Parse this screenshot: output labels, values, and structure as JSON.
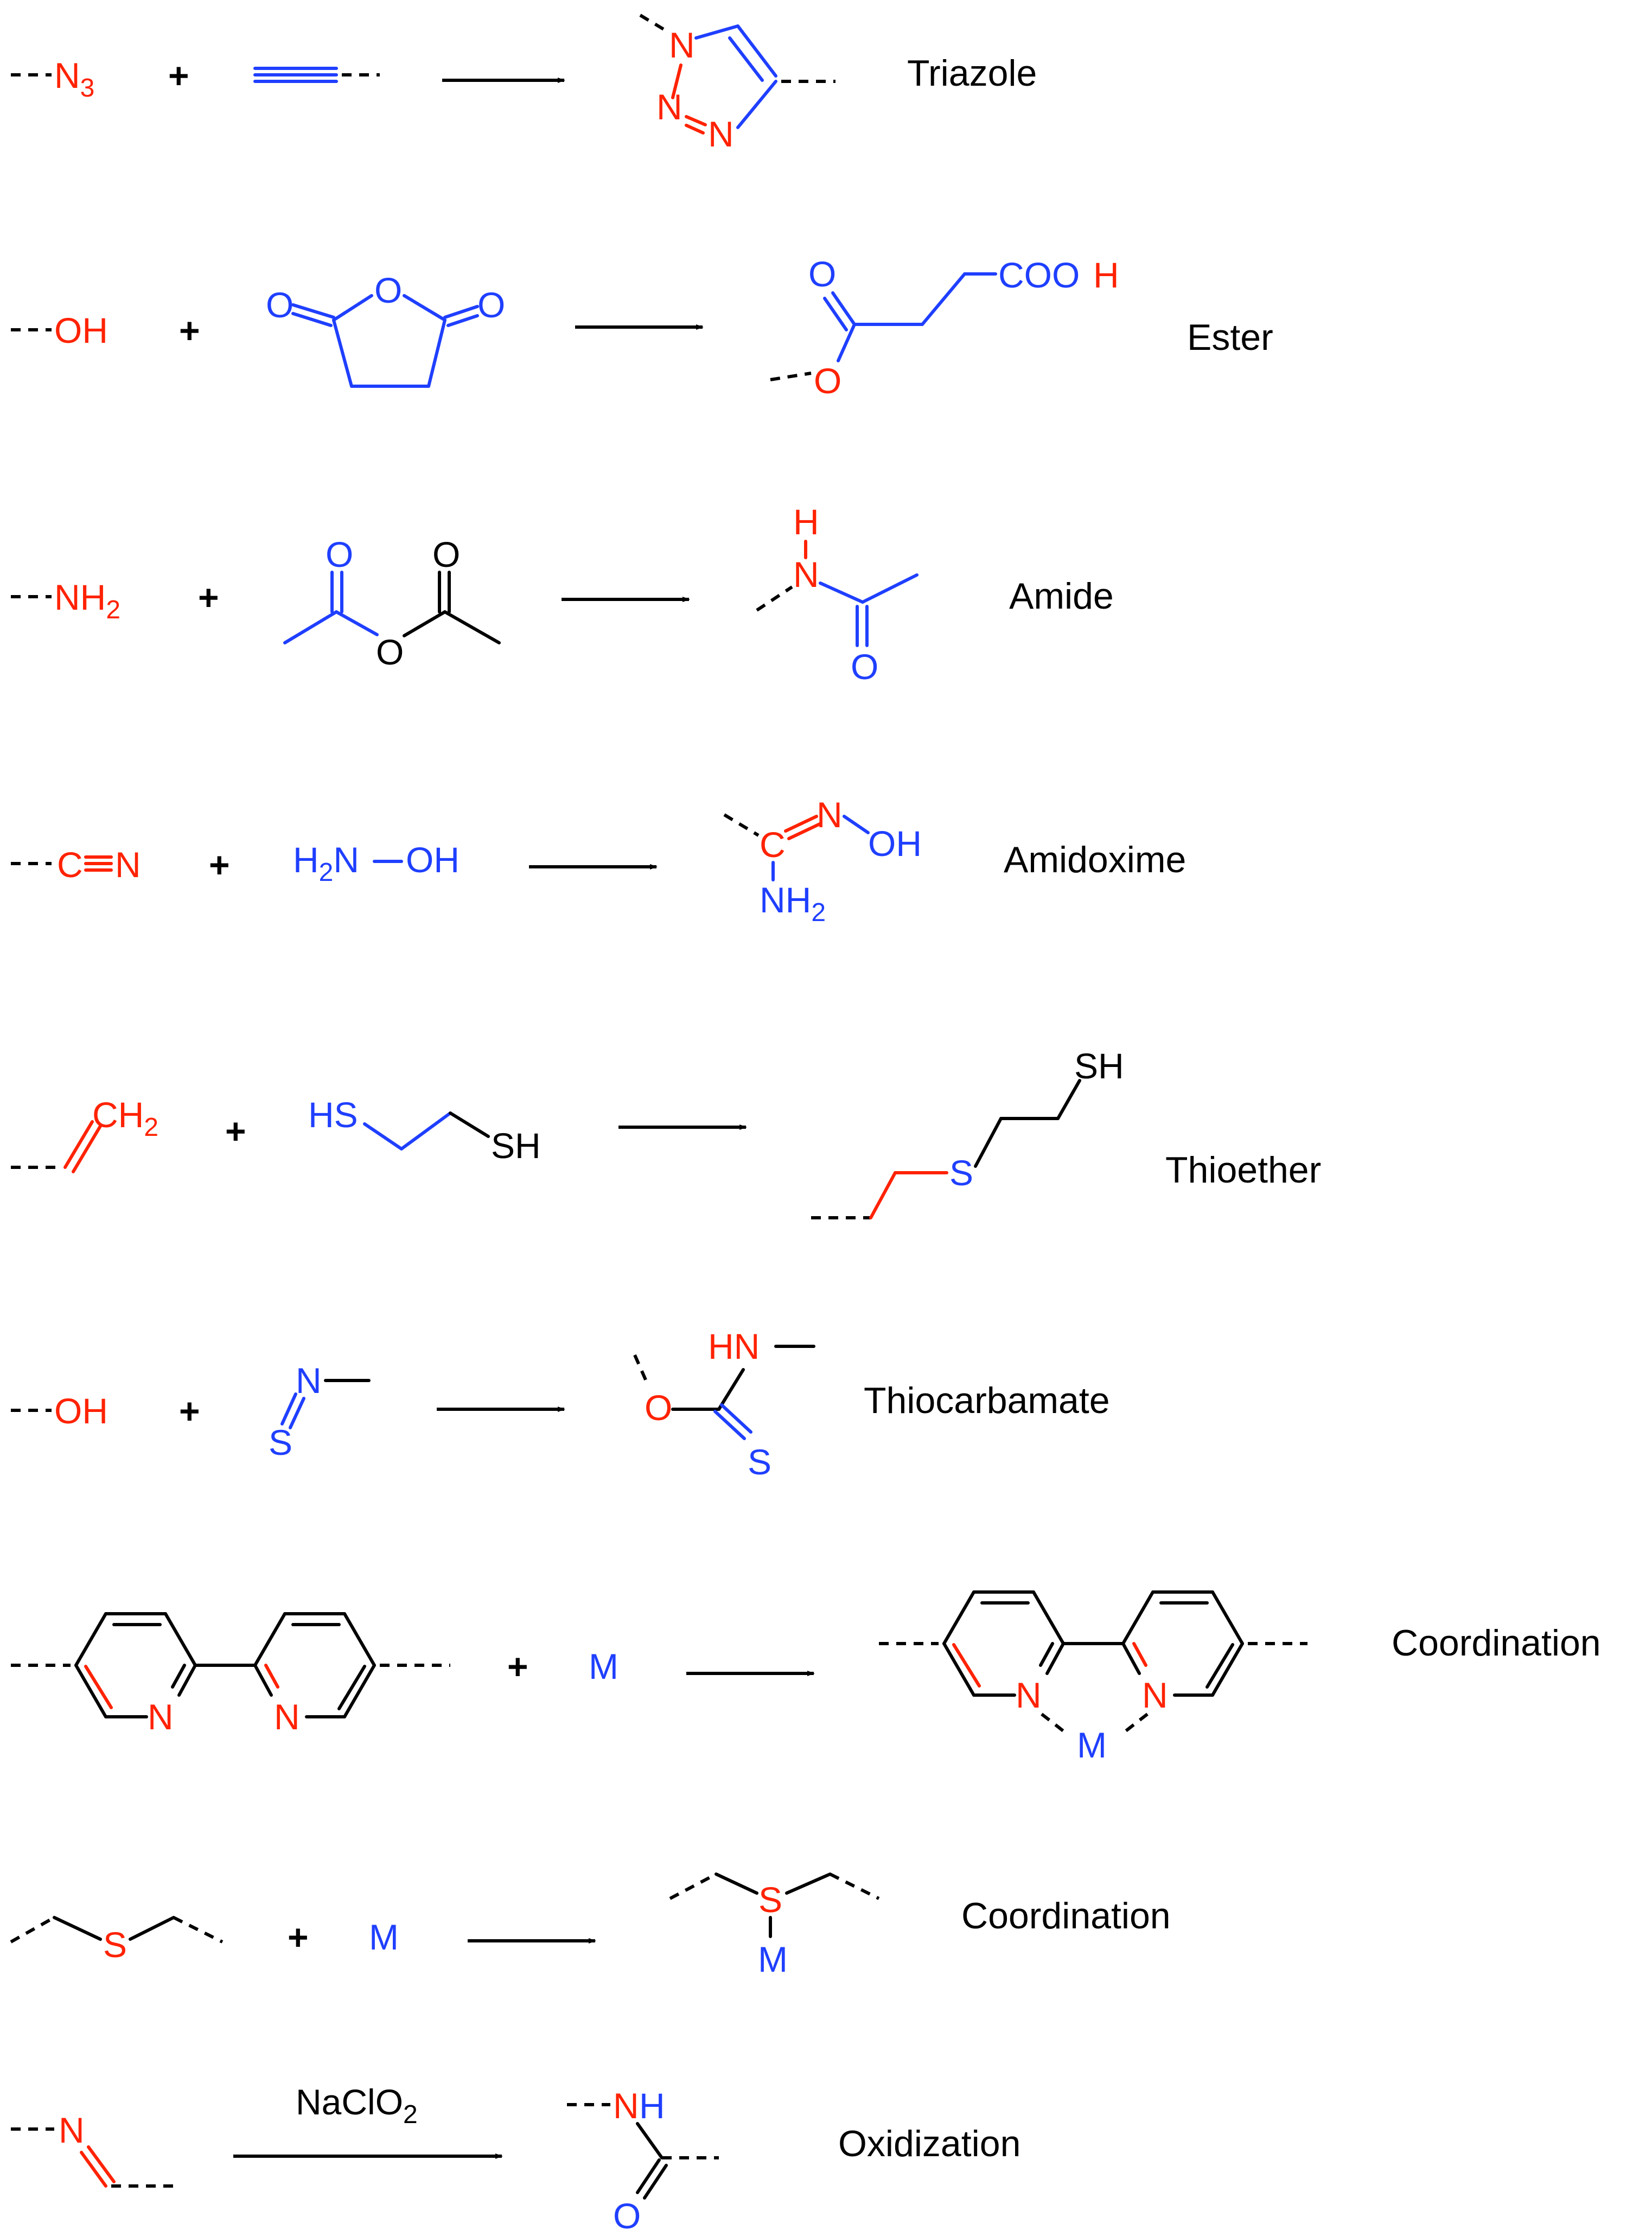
{
  "colors": {
    "reactive_group": "#ff2200",
    "reagent": "#1f3fff",
    "skeleton": "#000000"
  },
  "labels": {
    "n": "N",
    "o": "O",
    "s": "S",
    "h": "H",
    "c": "C",
    "m": "M",
    "three": "3",
    "two": "2",
    "oh": "OH",
    "cooh_c": "COO",
    "cooh_h": "H",
    "hn": "HN",
    "nh": "NH",
    "sh": "SH",
    "hs": "HS",
    "ch": "CH",
    "h2n": "H",
    "plus": "+",
    "naclo_a": "NaClO",
    "naclo_sub": "2"
  },
  "reactions": [
    {
      "product": "Triazole"
    },
    {
      "product": "Ester"
    },
    {
      "product": "Amide"
    },
    {
      "product": "Amidoxime"
    },
    {
      "product": "Thioether"
    },
    {
      "product": "Thiocarbamate"
    },
    {
      "product": "Coordination"
    },
    {
      "product": "Coordination"
    },
    {
      "product": "Oxidization"
    }
  ]
}
